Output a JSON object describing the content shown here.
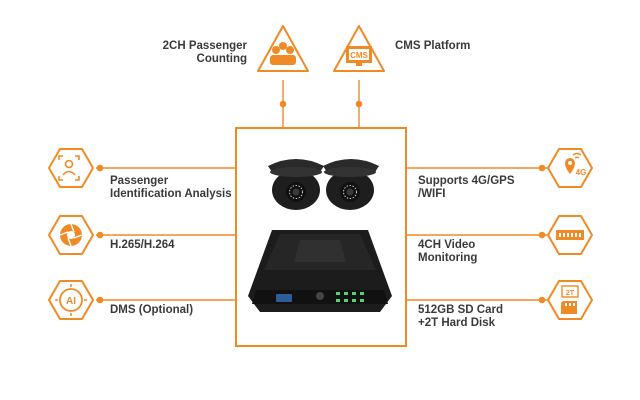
{
  "colors": {
    "accent": "#f08a24",
    "text": "#3a3a3a",
    "device": "#1c1c1c"
  },
  "features": {
    "passenger_counting": {
      "line1": "2CH Passenger",
      "line2": "Counting",
      "icon": "people-group-icon"
    },
    "cms_platform": {
      "line1": "CMS Platform",
      "icon": "cms-monitor-icon",
      "icon_text": "CMS"
    },
    "identification": {
      "line1": "Passenger",
      "line2": "Identification Analysis",
      "icon": "face-scan-icon"
    },
    "codec": {
      "line1": "H.265/H.264",
      "icon": "camera-aperture-icon"
    },
    "dms": {
      "line1": "DMS (Optional)",
      "icon": "ai-chip-icon",
      "icon_text": "AI"
    },
    "connectivity": {
      "line1": "Supports 4G/GPS",
      "line2": "/WIFI",
      "icon": "location-4g-icon",
      "icon_text": "4G"
    },
    "video": {
      "line1": "4CH Video",
      "line2": "Monitoring",
      "icon": "dvr-device-icon"
    },
    "storage": {
      "line1": "512GB SD Card",
      "line2": "+2T Hard Disk",
      "icon": "sd-card-icon",
      "icon_text": "2T"
    }
  }
}
